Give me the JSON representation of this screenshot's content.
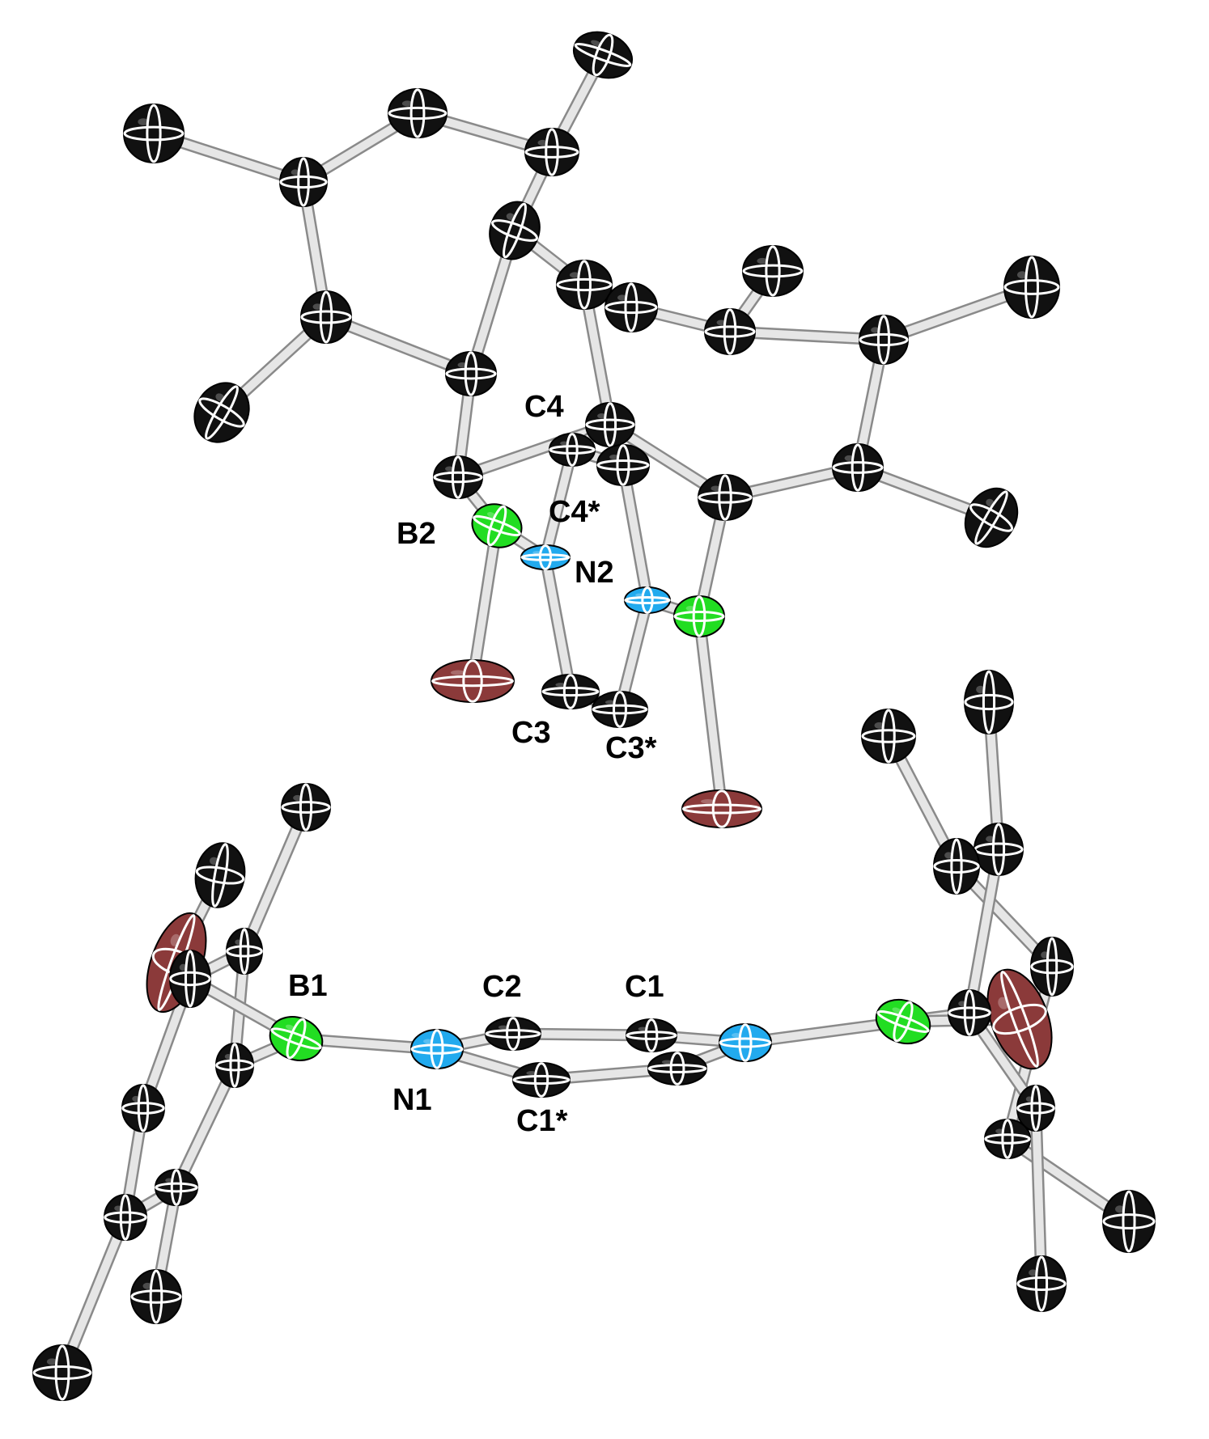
{
  "diagram": {
    "type": "ORTEP crystal structure",
    "colors": {
      "carbon": "#111111",
      "boron": "#22dd22",
      "nitrogen": "#22aaee",
      "halogen": "#8b3a3a",
      "bond": "#e6e6e6",
      "bond_edge": "#8a8a8a",
      "octant_lines": "#ffffff"
    },
    "labels": {
      "C4": "C4",
      "C4star": "C4*",
      "B2": "B2",
      "N2": "N2",
      "C3": "C3",
      "C3star": "C3*",
      "B1": "B1",
      "C2": "C2",
      "C1": "C1",
      "N1": "N1",
      "C1star": "C1*"
    }
  }
}
